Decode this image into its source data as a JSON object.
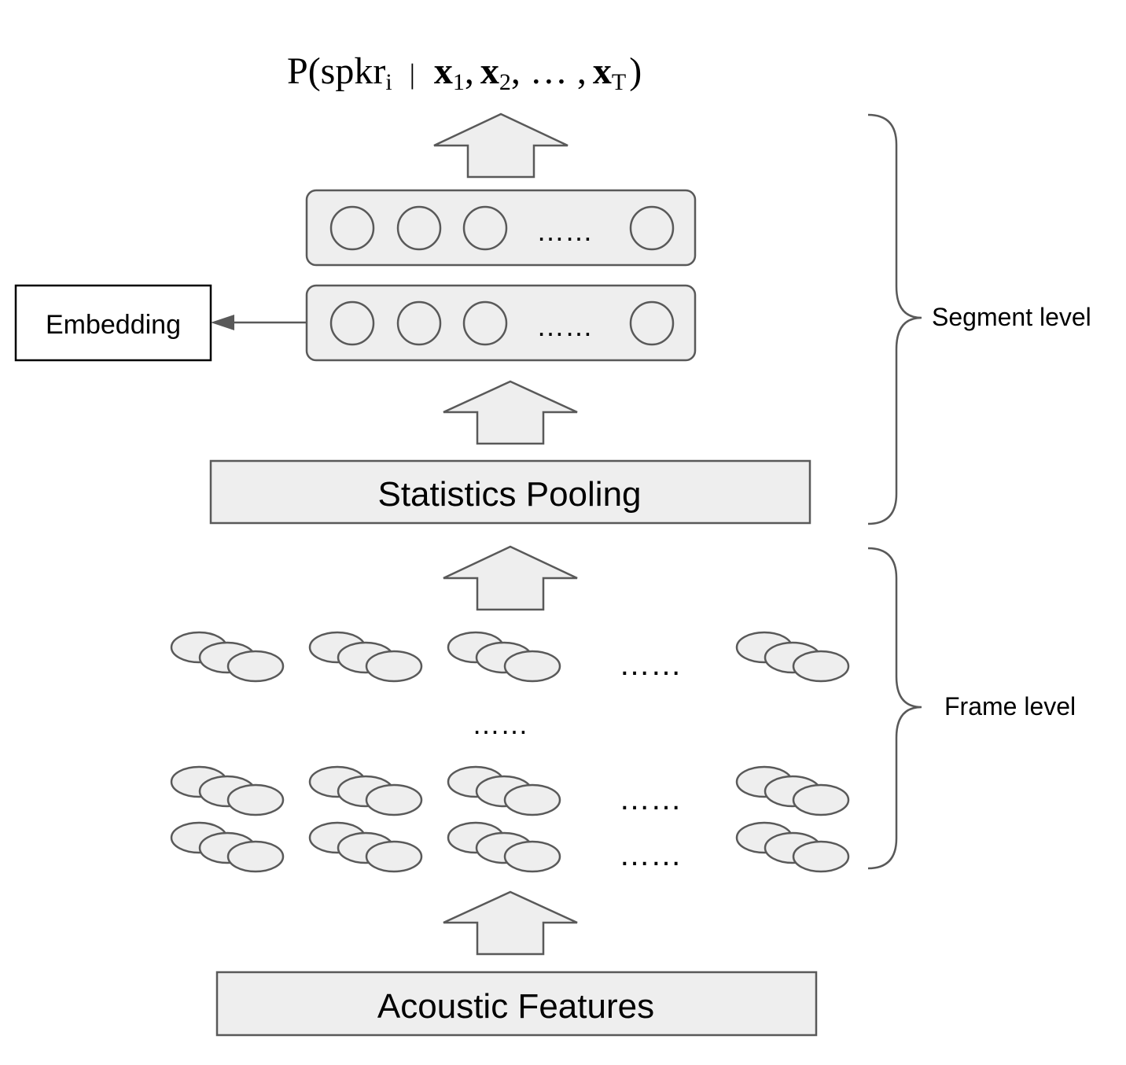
{
  "formula": {
    "prefix": "P(spkr",
    "subscript_i": "i",
    "bar": "|",
    "x_symbol": "x",
    "sub_1": "1",
    "sub_2": "2",
    "ellipsis": ", … ,",
    "sub_T": "T",
    "close": ")",
    "comma": ","
  },
  "embedding_label": "Embedding",
  "statistics_pooling_label": "Statistics Pooling",
  "acoustic_features_label": "Acoustic Features",
  "segment_level_label": "Segment level",
  "frame_level_label": "Frame level",
  "dots": "……",
  "colors": {
    "box_fill": "#eeeeee",
    "stroke": "#595959",
    "text": "#000000",
    "background": "#ffffff"
  }
}
